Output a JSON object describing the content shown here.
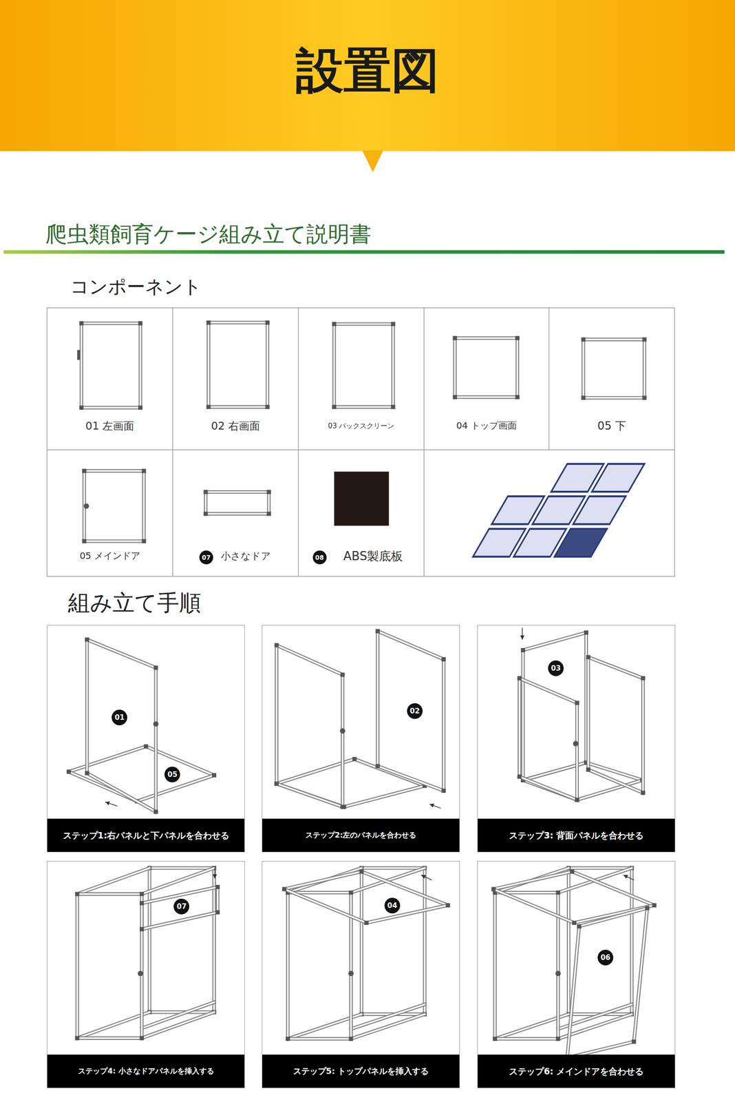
{
  "diagram": {
    "title": "設置図",
    "nodes": [
      {
        "text": [
          "01 左画面"
        ]
      },
      {
        "text": [
          "02 右画面"
        ]
      },
      {
        "text": [
          "03 バックスクリーン"
        ]
      },
      {
        "text": [
          "04 トップ画面"
        ]
      },
      {
        "text": [
          "05 下"
        ]
      },
      {
        "text": [
          "05 メインドア"
        ]
      },
      {
        "text": [
          "小さなドア"
        ]
      },
      {
        "text": [
          "07"
        ],
        "in": 6
      },
      {
        "text": [
          "ABS製底板"
        ]
      },
      {
        "text": [
          "08"
        ],
        "in": 8
      },
      {
        "text": [
          "ステップ1:右パネルと下パネルを合わせる"
        ]
      },
      {
        "text": [
          "01"
        ],
        "in": 10
      },
      {
        "text": [
          "05"
        ],
        "in": 10
      },
      {
        "text": [
          "ステップ2:左のパネルを合わせる"
        ]
      },
      {
        "text": [
          "02"
        ],
        "in": 13
      },
      {
        "text": [
          "ステップ3: 背面パネルを合わせる"
        ]
      },
      {
        "text": [
          "03"
        ],
        "in": 15
      },
      {
        "text": [
          "ステップ4: 小さなドアパネルを挿入する"
        ]
      },
      {
        "text": [
          "07"
        ],
        "in": 17
      },
      {
        "text": [
          "ステップ5: トップパネルを挿入する"
        ]
      },
      {
        "text": [
          "04"
        ],
        "in": 19
      },
      {
        "text": [
          "ステップ6: メインドアを合わせる"
        ]
      },
      {
        "text": [
          "06"
        ],
        "in": 21
      }
    ],
    "labels": [
      "爬虫類飼育ケージ組み立て説明書",
      "コンポーネント",
      "組み立て手順"
    ]
  }
}
